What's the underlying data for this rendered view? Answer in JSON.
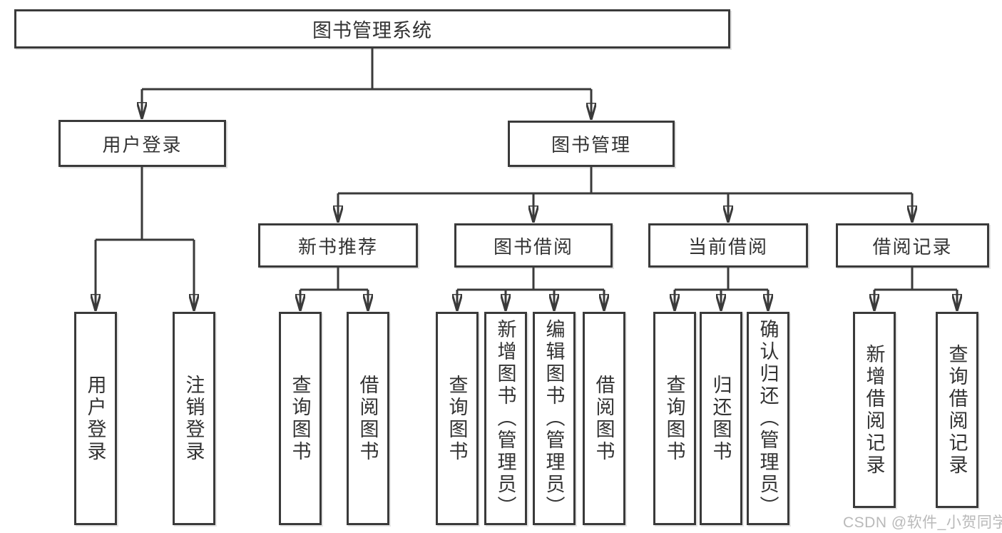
{
  "tree": {
    "root": {
      "label": "图书管理系统"
    },
    "branches": [
      {
        "label": "用户登录",
        "children": [
          {
            "label": "用户登录"
          },
          {
            "label": "注销登录"
          }
        ]
      },
      {
        "label": "图书管理",
        "children": [
          {
            "label": "新书推荐",
            "children": [
              {
                "label": "查询图书"
              },
              {
                "label": "借阅图书"
              }
            ]
          },
          {
            "label": "图书借阅",
            "children": [
              {
                "label": "查询图书"
              },
              {
                "label": "新增图书（管理员）"
              },
              {
                "label": "编辑图书（管理员）"
              },
              {
                "label": "借阅图书"
              }
            ]
          },
          {
            "label": "当前借阅",
            "children": [
              {
                "label": "查询图书"
              },
              {
                "label": "归还图书"
              },
              {
                "label": "确认归还（管理员）"
              }
            ]
          },
          {
            "label": "借阅记录",
            "children": [
              {
                "label": "新增借阅记录"
              },
              {
                "label": "查询借阅记录"
              }
            ]
          }
        ]
      }
    ]
  },
  "watermark": {
    "text": "CSDN @软件_小贺同学"
  },
  "colors": {
    "line": "#3a3a3a",
    "text": "#333333",
    "bg": "#ffffff",
    "watermark": "#b9b9b9"
  }
}
